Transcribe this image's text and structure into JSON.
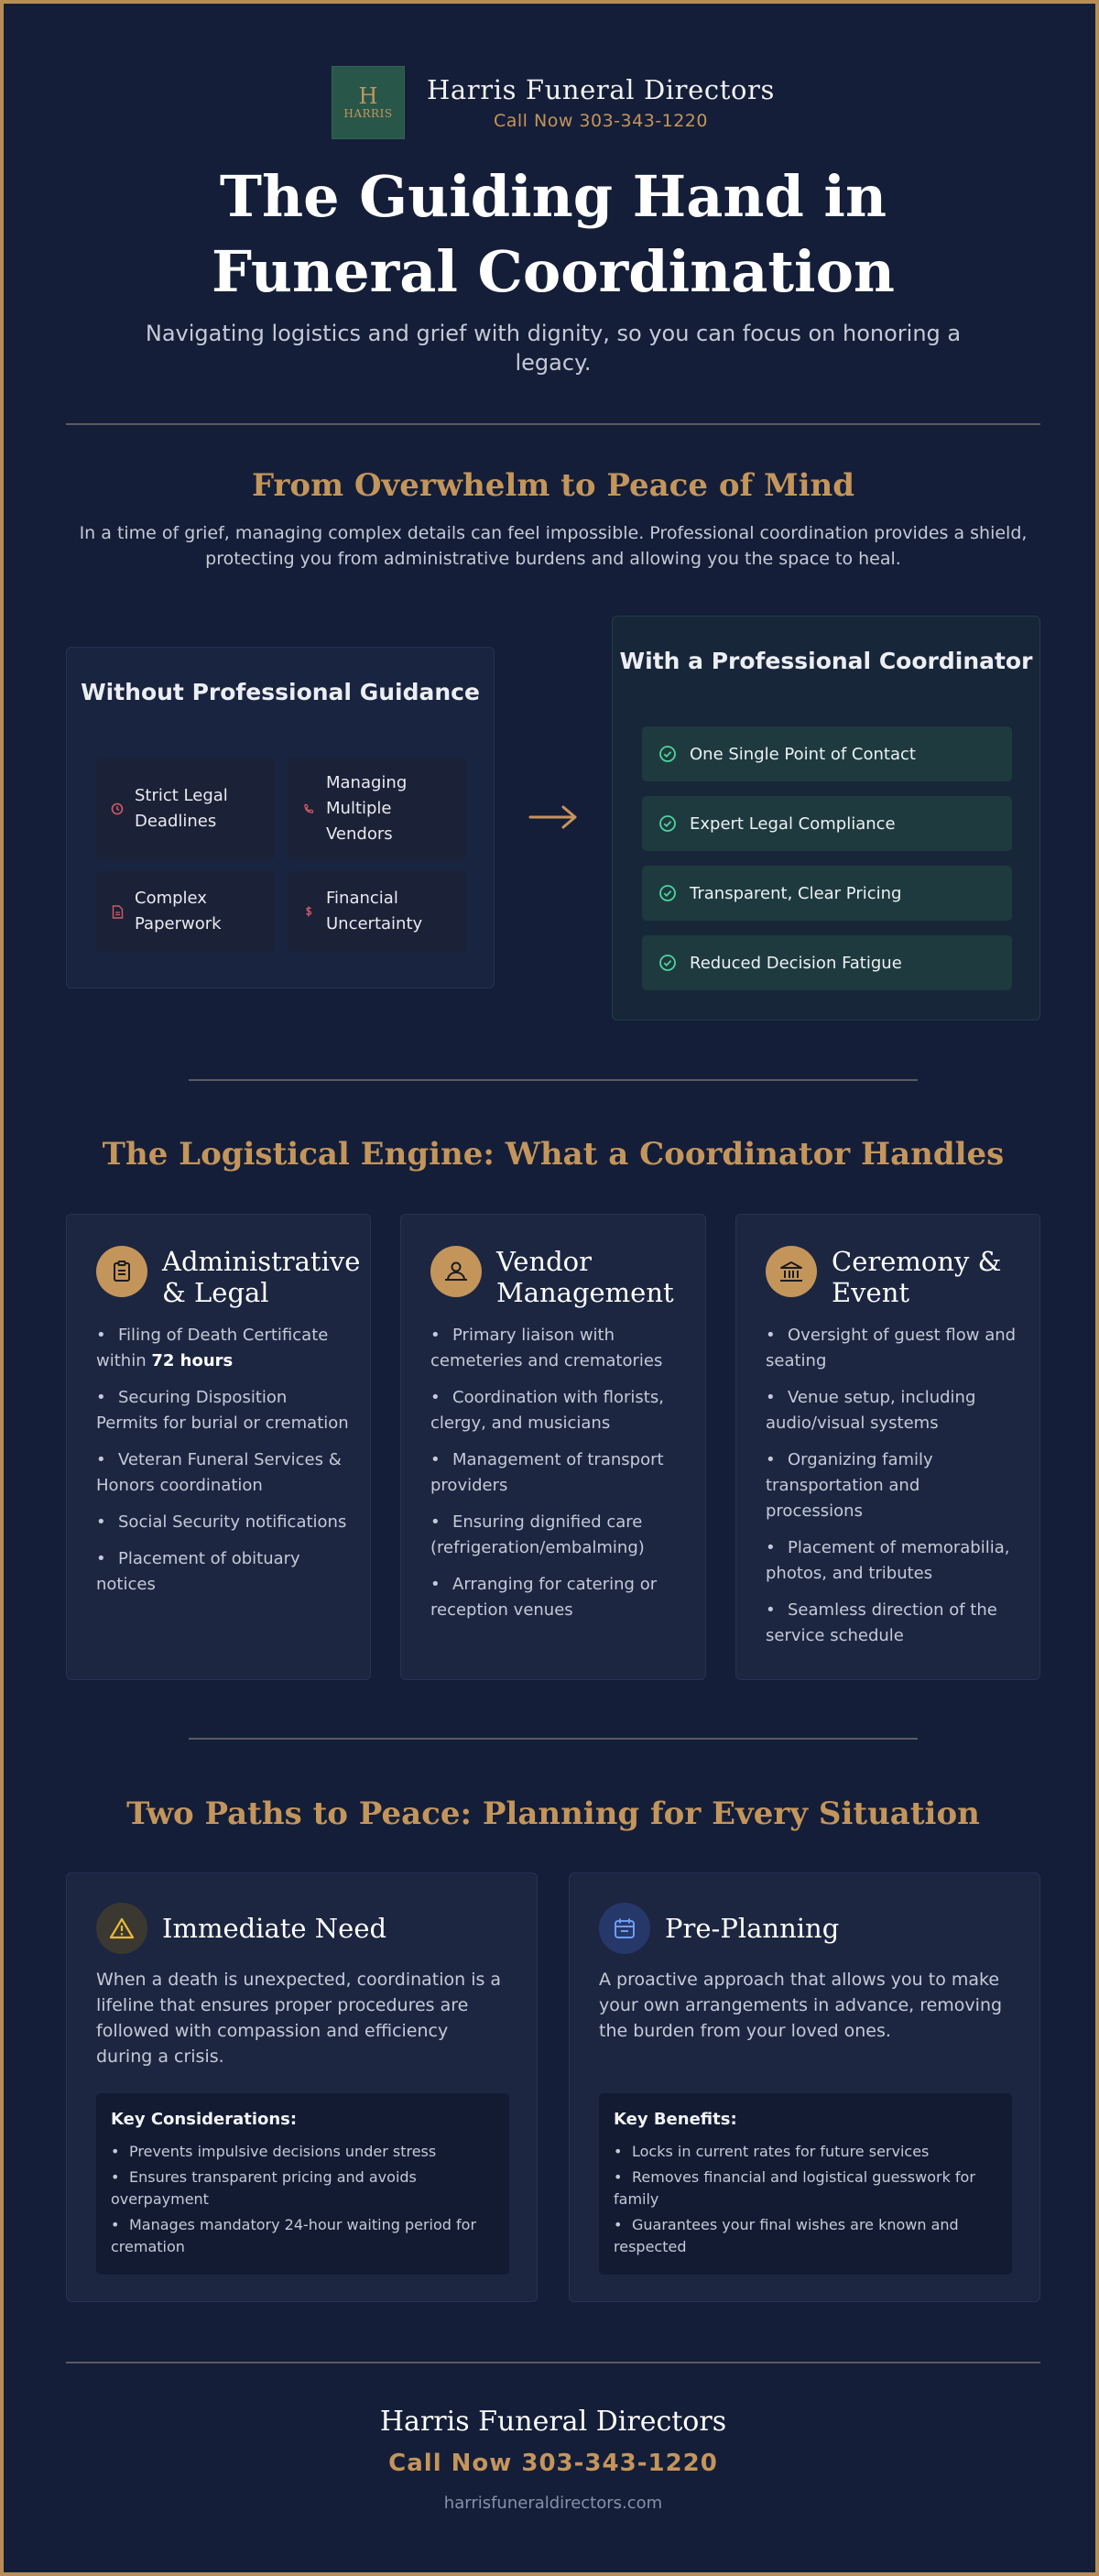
{
  "header": {
    "logo_letter": "H",
    "logo_text": "HARRIS",
    "business_name": "Harris Funeral Directors",
    "phone_line": "Call Now 303-343-1220"
  },
  "hero": {
    "title": "The Guiding Hand in Funeral Coordination",
    "subtitle": "Navigating logistics and grief with dignity, so you can focus on honoring a legacy."
  },
  "overwhelm": {
    "title": "From Overwhelm to Peace of Mind",
    "text": "In a time of grief, managing complex details can feel impossible. Professional coordination provides a shield, protecting you from administrative burdens and allowing you the space to heal.",
    "without": {
      "title": "Without Professional Guidance",
      "items": [
        {
          "label": "Strict Legal Deadlines",
          "icon": "clock-icon"
        },
        {
          "label": "Managing Multiple Vendors",
          "icon": "phone-icon"
        },
        {
          "label": "Complex Paperwork",
          "icon": "document-icon"
        },
        {
          "label": "Financial Uncertainty",
          "icon": "dollar-icon"
        }
      ]
    },
    "with": {
      "title": "With a Professional Coordinator",
      "items": [
        "One Single Point of Contact",
        "Expert Legal Compliance",
        "Transparent, Clear Pricing",
        "Reduced Decision Fatigue"
      ]
    }
  },
  "engine": {
    "title": "The Logistical Engine: What a Coordinator Handles",
    "cards": [
      {
        "title": "Administrative & Legal",
        "icon": "clipboard-icon",
        "first_item_prefix": "Filing of Death Certificate within ",
        "first_item_bold": "72 hours",
        "items": [
          "Securing Disposition Permits for burial or cremation",
          "Veteran Funeral Services & Honors coordination",
          "Social Security notifications",
          "Placement of obituary notices"
        ]
      },
      {
        "title": "Vendor Management",
        "icon": "person-icon",
        "items": [
          "Primary liaison with cemeteries and crematories",
          "Coordination with florists, clergy, and musicians",
          "Management of transport providers",
          "Ensuring dignified care (refrigeration/embalming)",
          "Arranging for catering or reception venues"
        ]
      },
      {
        "title": "Ceremony & Event",
        "icon": "building-icon",
        "items": [
          "Oversight of guest flow and seating",
          "Venue setup, including audio/visual systems",
          "Organizing family transportation and processions",
          "Placement of memorabilia, photos, and tributes",
          "Seamless direction of the service schedule"
        ]
      }
    ]
  },
  "paths": {
    "title": "Two Paths to Peace: Planning for Every Situation",
    "immediate": {
      "title": "Immediate Need",
      "icon": "warning-icon",
      "description": "When a death is unexpected, coordination is a lifeline that ensures proper procedures are followed with compassion and efficiency during a crisis.",
      "box_title": "Key Considerations:",
      "items": [
        "Prevents impulsive decisions under stress",
        "Ensures transparent pricing and avoids overpayment",
        "Manages mandatory 24-hour waiting period for cremation"
      ]
    },
    "preplanning": {
      "title": "Pre-Planning",
      "icon": "calendar-icon",
      "description": "A proactive approach that allows you to make your own arrangements in advance, removing the burden from your loved ones.",
      "box_title": "Key Benefits:",
      "items": [
        "Locks in current rates for future services",
        "Removes financial and logistical guesswork for family",
        "Guarantees your final wishes are known and respected"
      ]
    }
  },
  "footer": {
    "business_name": "Harris Funeral Directors",
    "phone_line": "Call Now 303-343-1220",
    "website": "harrisfuneraldirectors.com"
  },
  "colors": {
    "background": "#141e38",
    "accent_gold": "#c4955b",
    "card": "#1c2641",
    "benefit_green": "#1e3a3f",
    "check_green": "#4fd49a",
    "pain_red": "#d05a68"
  }
}
